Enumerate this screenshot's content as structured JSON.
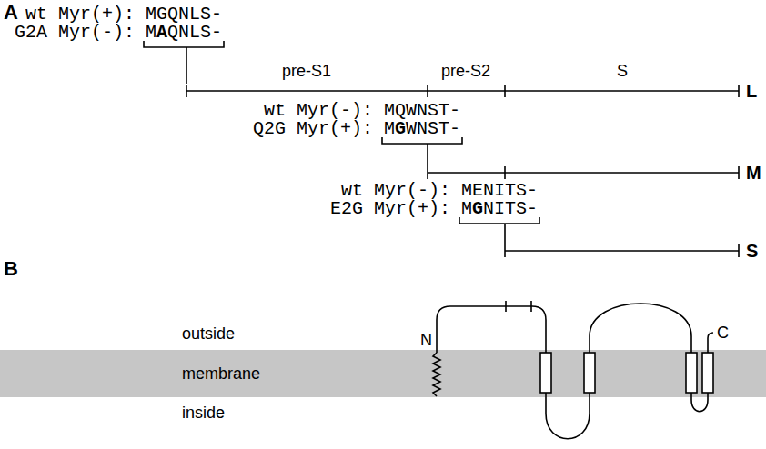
{
  "diagram": {
    "nodes": [
      {
        "text": [
          "membrane"
        ]
      }
    ],
    "labels": [
      "A",
      "wt Myr(+): MGQNLS-",
      "G2A Myr(-): MAQNLS-",
      "pre-S1",
      "pre-S2",
      "S",
      "L",
      "wt Myr(-): MQWNST-",
      "Q2G Myr(+): MGWNST-",
      "M",
      "wt Myr(-): MENITS-",
      "E2G Myr(+): MGNITS-",
      "S",
      "B",
      "outside",
      "inside",
      "N",
      "C"
    ]
  }
}
